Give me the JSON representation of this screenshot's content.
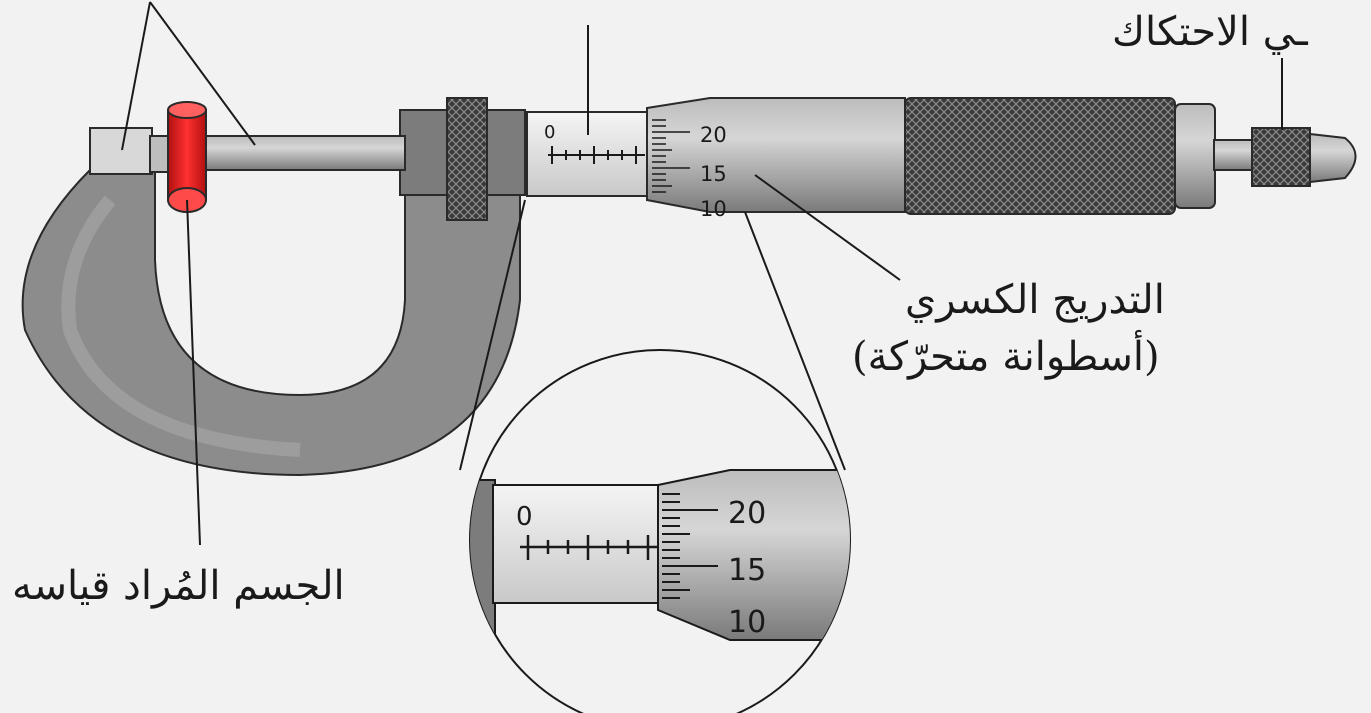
{
  "labels": {
    "object_measured": "الجسم المُراد قياسه",
    "fractional_scale_line1": "التدريج الكسري",
    "fractional_scale_line2": "(أسطوانة متحرّكة)",
    "ratchet_partial": "ـي الاحتكاك"
  },
  "scales": {
    "sleeve_zero": "0",
    "thimble": [
      "20",
      "15",
      "10"
    ],
    "zoom_thimble": [
      "20",
      "15",
      "10"
    ],
    "zoom_sleeve_zero": "0"
  },
  "colors": {
    "frame": "#8c8c8c",
    "object": "#e02020",
    "sleeve": "#e8e8e8",
    "thimble": "#a8a8a8",
    "knurl": "#2a2a2a"
  }
}
